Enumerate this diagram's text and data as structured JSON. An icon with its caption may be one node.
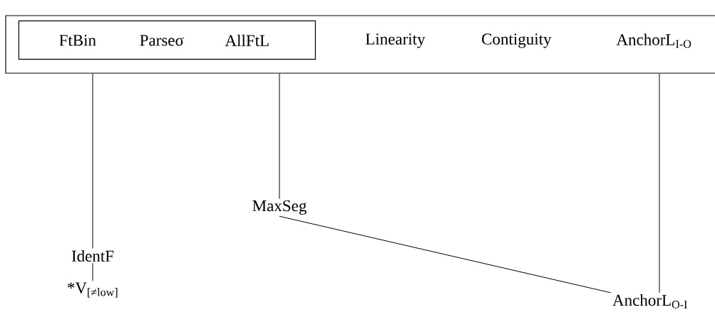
{
  "diagram": {
    "nodes": [
      {
        "text": [
          "Linearity",
          "Contiguity",
          "AnchorL$_{I-O}$"
        ]
      },
      {
        "text": [
          "FtBin",
          "Parseσ",
          "AllFtL"
        ],
        "in": 0
      },
      {
        "text": [
          "MaxSeg"
        ]
      },
      {
        "text": [
          "IdentF"
        ]
      },
      {
        "text": [
          "*V$_{[≠low]}$"
        ]
      },
      {
        "text": [
          "AnchorL$_{O-I}$"
        ]
      }
    ],
    "edges": [
      {
        "from": 0,
        "to": 3,
        "arrow": "none"
      },
      {
        "from": 0,
        "to": 2,
        "arrow": "none"
      },
      {
        "from": 0,
        "to": 5,
        "arrow": "none"
      },
      {
        "from": 2,
        "to": 5,
        "arrow": "none"
      },
      {
        "from": 3,
        "to": 4,
        "arrow": "none"
      }
    ]
  }
}
